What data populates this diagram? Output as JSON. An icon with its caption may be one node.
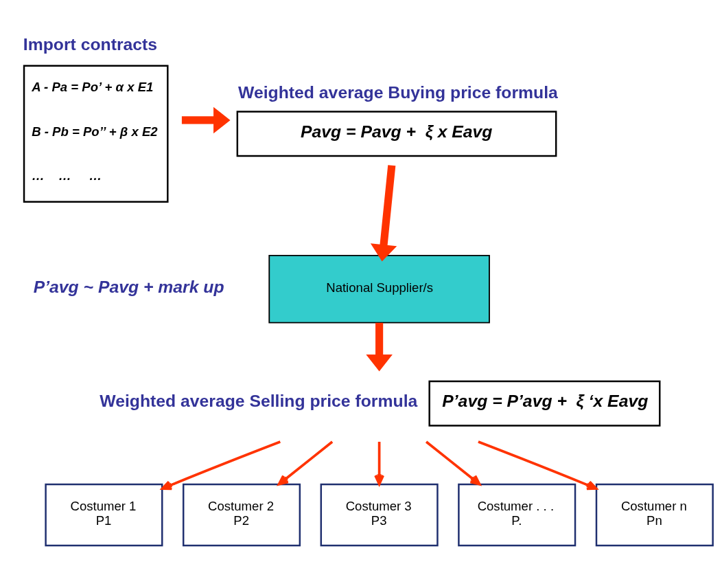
{
  "diagram": {
    "nodes": [
      {
        "text": [
          "Import contracts",
          "A - Pa = Po’ + α x E1",
          "B - Pb = Po’’ + β x E2",
          "…    …     …"
        ]
      },
      {
        "text": [
          "Weighted average Buying price formula",
          "Pavg = Pavg +  ξ x Eavg"
        ]
      },
      {
        "text": [
          "National Supplier/s"
        ]
      },
      {
        "text": [
          "Weighted average Selling price formula",
          "P’avg = P’avg +  ξ ‘x Eavg"
        ]
      },
      {
        "text": [
          "Costumer 1",
          "P1"
        ]
      },
      {
        "text": [
          "Costumer 2",
          "P2"
        ]
      },
      {
        "text": [
          "Costumer 3",
          "P3"
        ]
      },
      {
        "text": [
          "Costumer . . .",
          "P."
        ]
      },
      {
        "text": [
          "Costumer n",
          "Pn"
        ]
      }
    ],
    "edges": [
      {
        "from": 0,
        "to": 1,
        "arrow": "to",
        "style": "thick"
      },
      {
        "from": 1,
        "to": 2,
        "arrow": "to",
        "style": "thick"
      },
      {
        "from": 2,
        "to": 3,
        "arrow": "to",
        "style": "thick"
      },
      {
        "from": 3,
        "to": 4,
        "arrow": "to"
      },
      {
        "from": 3,
        "to": 5,
        "arrow": "to"
      },
      {
        "from": 3,
        "to": 6,
        "arrow": "to"
      },
      {
        "from": 3,
        "to": 7,
        "arrow": "to"
      },
      {
        "from": 3,
        "to": 8,
        "arrow": "to"
      }
    ],
    "labels": [
      "P’avg ~ Pavg + mark up"
    ]
  }
}
